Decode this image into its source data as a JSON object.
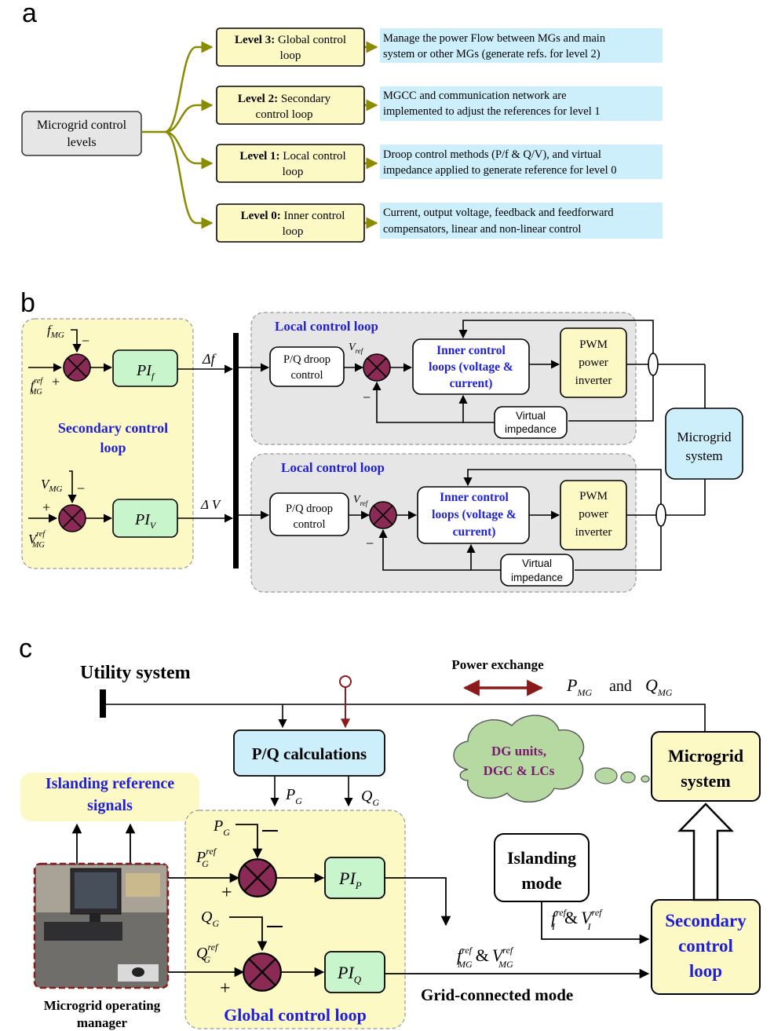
{
  "panel_a": {
    "letter": "a",
    "root_label": [
      "Microgrid control",
      "levels"
    ],
    "levels": [
      {
        "bold": "Level 3:",
        "rest": " Global control",
        "line2": "loop",
        "desc": [
          "Manage the power Flow between MGs and main",
          "system or other MGs (generate refs. for level 2)"
        ]
      },
      {
        "bold": "Level 2:",
        "rest": " Secondary",
        "line2": "control loop",
        "desc": [
          "MGCC and communication network are",
          "implemented to adjust the references for level 1"
        ]
      },
      {
        "bold": "Level 1:",
        "rest": " Local control",
        "line2": "loop",
        "desc": [
          "Droop control methods (P/f & Q/V), and virtual",
          "impedance applied to generate reference for level 0"
        ]
      },
      {
        "bold": "Level 0:",
        "rest": " Inner control",
        "line2": "loop",
        "desc": [
          "Current, output voltage, feedback and feedforward",
          "compensators, linear and non-linear control"
        ]
      }
    ]
  },
  "panel_b": {
    "letter": "b",
    "secondary_label": [
      "Secondary control",
      "loop"
    ],
    "f_mg": "f",
    "f_mg_sub": "MG",
    "f_ref_sup": "ref",
    "v_mg": "V",
    "v_mg_sub": "MG",
    "pi_f": "PI",
    "pi_f_sub": "f",
    "pi_v": "PI",
    "pi_v_sub": "V",
    "delta_f": "Δf",
    "delta_v": "Δ V",
    "plus": "+",
    "minus": "−",
    "local_label": "Local control loop",
    "droop_label": [
      "P/Q droop",
      "control"
    ],
    "vref": "V",
    "vref_sub": "ref",
    "inner_label": [
      "Inner control",
      "loops (voltage &",
      "current)"
    ],
    "pwm_label": [
      "PWM",
      "power",
      "inverter"
    ],
    "virtual_label": [
      "Virtual",
      "impedance"
    ],
    "microgrid_label": [
      "Microgrid",
      "system"
    ]
  },
  "panel_c": {
    "letter": "c",
    "utility": "Utility system",
    "power_exchange": "Power exchange",
    "p_mg": "P",
    "mg_sub": "MG",
    "and": "and",
    "q_mg": "Q",
    "pq_calc": "P/Q calculations",
    "p_g": "P",
    "q_g": "Q",
    "g_sub": "G",
    "ref_sup": "ref",
    "cloud_label": [
      "DG units,",
      "DGC & LCs"
    ],
    "microgrid_label": [
      "Microgrid",
      "system"
    ],
    "islanding_ref": [
      "Islanding reference",
      "signals"
    ],
    "islanding_mode": [
      "Islanding",
      "mode"
    ],
    "pi_p": "PI",
    "pi_p_sub": "P",
    "pi_q": "PI",
    "pi_q_sub": "Q",
    "f_i": "f",
    "v_i": "V",
    "i_sub": "I",
    "amp": "&",
    "f_mg": "f",
    "v_mg": "V",
    "secondary_label": [
      "Secondary",
      "control",
      "loop"
    ],
    "global_label": "Global control loop",
    "grid_mode": "Grid-connected mode",
    "manager_label": [
      "Microgrid operating",
      "manager"
    ]
  },
  "colors": {
    "olive": "#8b8b00",
    "cream": "#fdf9c4",
    "lightblue": "#cdeefb",
    "green": "#c9f5cc",
    "maroon": "#8b2a55",
    "darkred": "#8b1a1a",
    "gray_panel": "#e6e6e6"
  }
}
